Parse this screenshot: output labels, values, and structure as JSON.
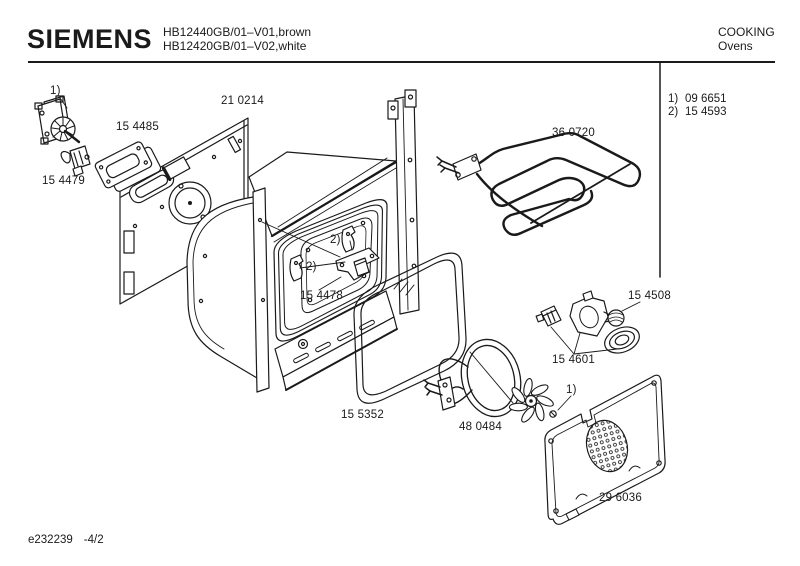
{
  "header": {
    "brand": "SIEMENS",
    "model_line1": "HB12440GB/01–V01,brown",
    "model_line2": "HB12420GB/01–V02,white",
    "category": "COOKING",
    "subcategory": "Ovens"
  },
  "legend": {
    "items": [
      {
        "num": "1)",
        "part": "09 6651"
      },
      {
        "num": "2)",
        "part": "15 4593"
      }
    ]
  },
  "callouts": {
    "motor_note": "1)",
    "motor_bracket": "15 4485",
    "door_latch": "15 4479",
    "rear_panel": "21 0214",
    "heating_element": "36 0720",
    "hook_note_upper": "2)",
    "hook_note_lower": "2)",
    "mounting_bracket": "15 4478",
    "door_gasket": "15 5352",
    "lamp_bulb": "15 4508",
    "lamp_assembly": "15 4601",
    "ring_heater": "48 0484",
    "screw_note": "1)",
    "back_cover": "29 6036"
  },
  "footer": {
    "doc_id": "e232239",
    "page": "-4/2"
  },
  "colors": {
    "line": "#1a1a1a",
    "background": "#ffffff"
  }
}
